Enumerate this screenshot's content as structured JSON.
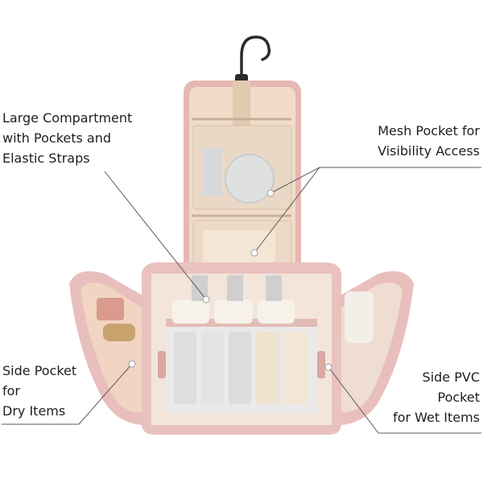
{
  "callouts": {
    "large_compartment": [
      "Large Compartment",
      "with Pockets and",
      "Elastic Straps"
    ],
    "mesh_pocket": [
      "Mesh Pocket for",
      "Visibility Access"
    ],
    "side_pocket": [
      "Side Pocket",
      "for",
      "Dry Items"
    ],
    "side_pvc_pocket": [
      "Side PVC",
      "Pocket",
      "for Wet Items"
    ]
  },
  "colors": {
    "bag_pink": "#e9c2bf",
    "bag_shadow": "#c99a96",
    "lining_tan": "#efd9c4",
    "leader_line": "#5a5a5a",
    "text": "#1e1e1e"
  }
}
